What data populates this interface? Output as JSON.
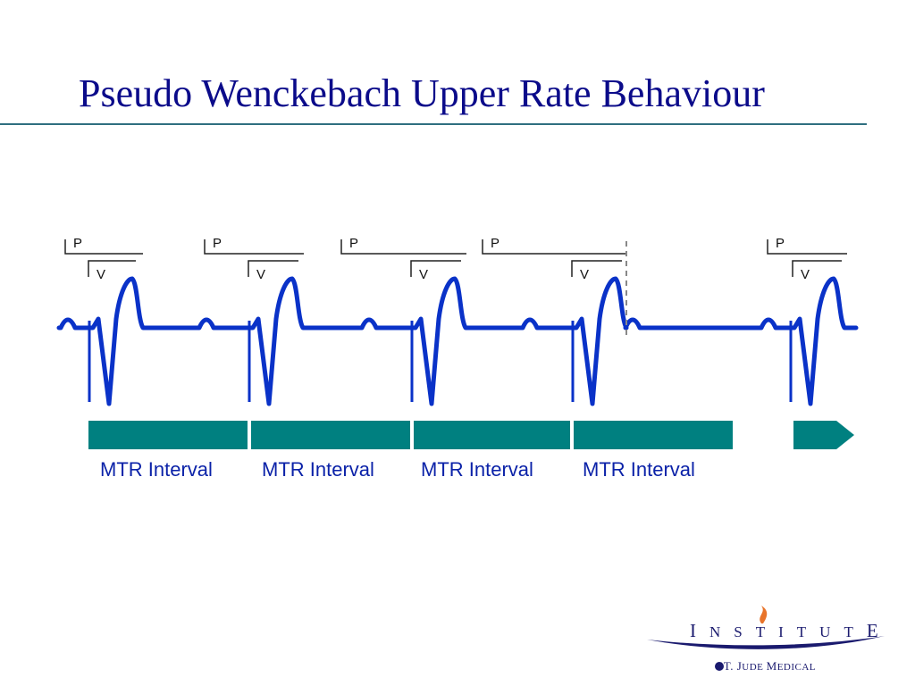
{
  "slide": {
    "title": "Pseudo Wenckebach Upper Rate Behaviour"
  },
  "diagram": {
    "p_label": "P",
    "v_label": "V",
    "beats": [
      {
        "p_label": "P",
        "v_label": "V"
      },
      {
        "p_label": "P",
        "v_label": "V"
      },
      {
        "p_label": "P",
        "v_label": "V"
      },
      {
        "p_label": "P",
        "v_label": "V"
      },
      {
        "p_label": "P",
        "v_label": "V"
      }
    ],
    "intervals": [
      {
        "label": "MTR Interval"
      },
      {
        "label": "MTR Interval"
      },
      {
        "label": "MTR Interval"
      },
      {
        "label": "MTR Interval"
      }
    ],
    "colors": {
      "ecg_trace": "#0a32c8",
      "interval_bar": "#008080",
      "text": "#0b22a8",
      "title": "#0b0b8a"
    }
  },
  "logo": {
    "word_initial": "I",
    "word_rest": "NSTITUT",
    "word_final": "E",
    "sub_prefix": "ST. ",
    "sub_j": "J",
    "sub_ude": "UDE ",
    "sub_m": "M",
    "sub_edical": "EDICAL",
    "icon": "flame-icon"
  }
}
